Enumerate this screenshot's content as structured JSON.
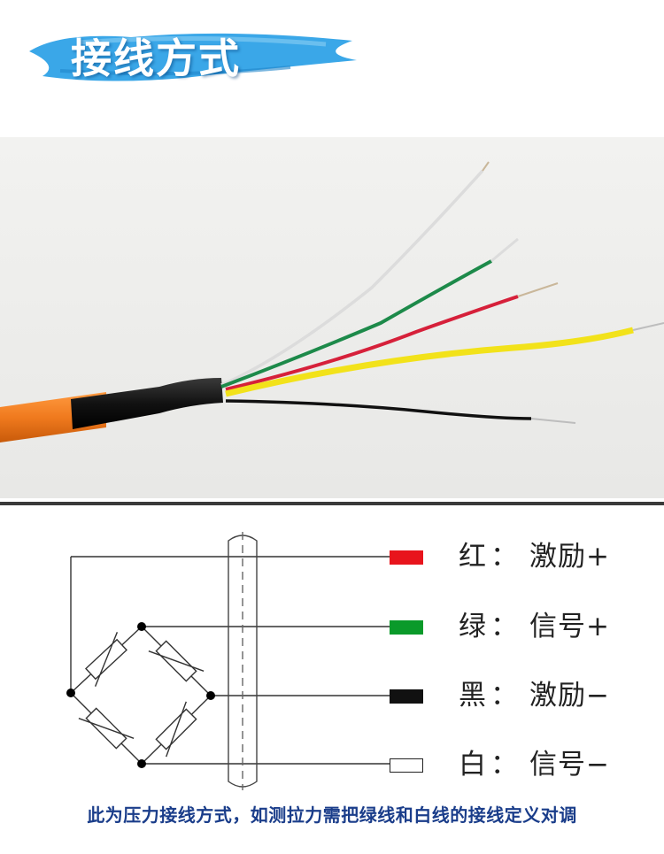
{
  "header": {
    "title": "接线方式"
  },
  "legend": [
    {
      "color_name": "红",
      "colon": "：",
      "function": "激励+",
      "swatch": "#e8141c"
    },
    {
      "color_name": "绿",
      "colon": "：",
      "function": "信号+",
      "swatch": "#0a9a2a"
    },
    {
      "color_name": "黑",
      "colon": "：",
      "function": "激励−",
      "swatch": "#111111"
    },
    {
      "color_name": "白",
      "colon": "：",
      "function": "信号−",
      "swatch": "#ffffff"
    }
  ],
  "note": "此为压力接线方式，如测拉力需把绿线和白线的接线定义对调",
  "colors": {
    "cable_orange": "#f07a1e",
    "shrink_black": "#1a1a1a",
    "wire_yellow": "#f2e21a",
    "wire_red": "#d6203a",
    "wire_green": "#1d8a4a",
    "wire_white": "#e6e6e6",
    "note_blue": "#1a3d8a",
    "banner_blue": "#3aa7e8"
  }
}
